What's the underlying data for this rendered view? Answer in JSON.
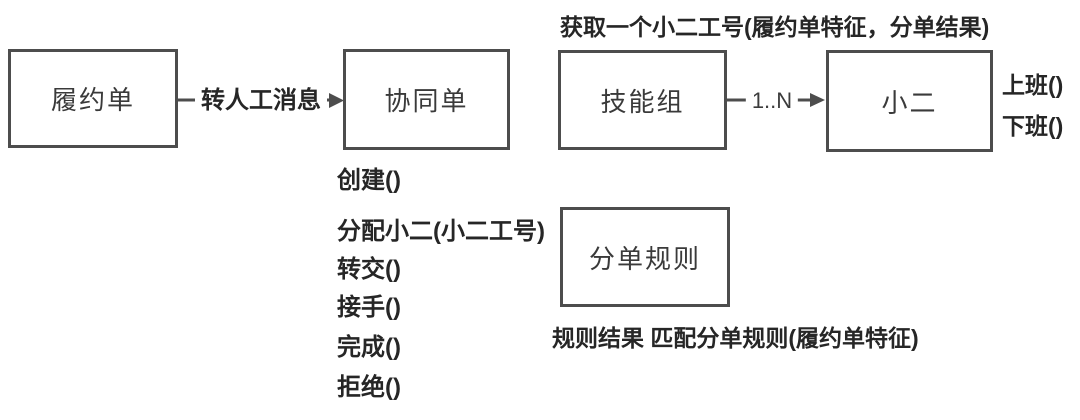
{
  "diagram": {
    "background_color": "#ffffff",
    "stroke_color": "#4d4d4d",
    "text_color": "#262626",
    "boxes": [
      {
        "id": "fulfillment-order",
        "label": "履约单"
      },
      {
        "id": "collab-order",
        "label": "协同单"
      },
      {
        "id": "skill-group",
        "label": "技能组"
      },
      {
        "id": "agent",
        "label": "小二"
      },
      {
        "id": "dispatch-rule",
        "label": "分单规则"
      }
    ],
    "connectors": [
      {
        "from": "履约单",
        "to": "协同单",
        "label": "转人工消息"
      },
      {
        "from": "技能组",
        "to": "小二",
        "label": "1..N"
      }
    ],
    "annotations": {
      "top_note": "获取一个小二工号(履约单特征，分单结果)",
      "bottom_note": "规则结果 匹配分单规则(履约单特征)",
      "collab_methods": [
        "创建()",
        "分配小二(小二工号)",
        "转交()",
        "接手()",
        "完成()",
        "拒绝()"
      ],
      "agent_methods": [
        "上班()",
        "下班()"
      ]
    }
  }
}
